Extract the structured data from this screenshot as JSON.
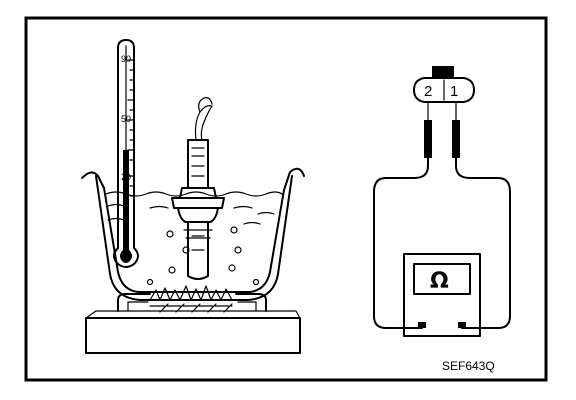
{
  "thermometer": {
    "scale": [
      "90",
      "50",
      "20"
    ]
  },
  "connector": {
    "pin_left": "2",
    "pin_right": "1"
  },
  "ohmmeter": {
    "symbol": "Ω"
  },
  "figure": {
    "reference_code": "SEF643Q"
  },
  "colors": {
    "ink": "#000000",
    "paper": "#ffffff",
    "water": "#ffffff"
  },
  "icons": [
    "thermometer-icon",
    "sensor-icon",
    "burner-icon",
    "ohmmeter-icon",
    "connector-icon"
  ]
}
